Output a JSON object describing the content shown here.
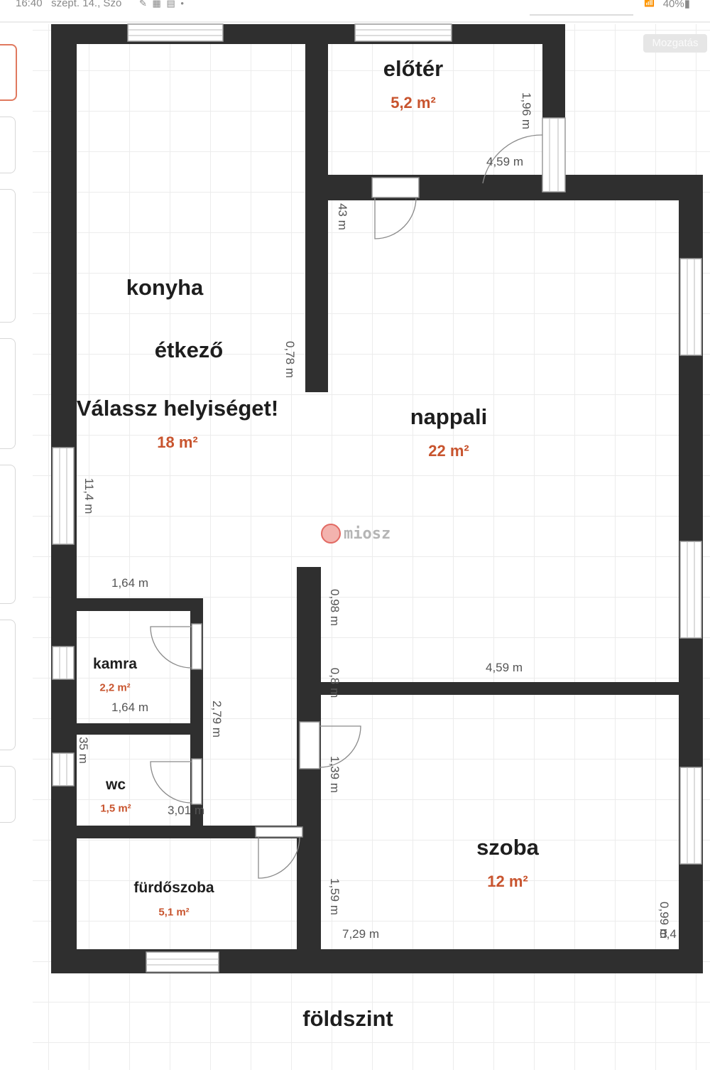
{
  "status_bar": {
    "time": "16:40",
    "date": "szept. 14., Szo",
    "battery": "40%",
    "status_icons": [
      "cast-icon",
      "calendar-icon",
      "gallery-icon",
      "notification-dot-icon"
    ]
  },
  "toolbar": {
    "mode_button": "Mozgatás"
  },
  "plan": {
    "rooms": [
      {
        "name": "előtér",
        "area": "5,2 m²"
      },
      {
        "name": "konyha",
        "area": ""
      },
      {
        "name": "étkező",
        "area": ""
      },
      {
        "name": "Válassz helyiséget!",
        "area": "18 m²"
      },
      {
        "name": "nappali",
        "area": "22 m²"
      },
      {
        "name": "kamra",
        "area": "2,2 m²"
      },
      {
        "name": "wc",
        "area": "1,5 m²"
      },
      {
        "name": "fürdőszoba",
        "area": "5,1 m²"
      },
      {
        "name": "szoba",
        "area": "12 m²"
      }
    ],
    "dimensions": [
      "1,96 m",
      "4,59 m",
      "43 m",
      "0,78 m",
      "11,4 m",
      "1,64 m",
      "0,98 m",
      "0,8 m",
      "4,59 m",
      "1,64 m",
      "2,79 m",
      "35 m",
      "1,39 m",
      "3,01 m",
      "1,59 m",
      "7,29 m",
      "0,99 m",
      "0,4"
    ],
    "floor_label": "földszint"
  },
  "watermark": {
    "text": "miosz"
  },
  "colors": {
    "wall": "#2f2f2f",
    "area_text": "#c8542e",
    "grid": "#ececec",
    "active_tool": "#e0795f"
  }
}
